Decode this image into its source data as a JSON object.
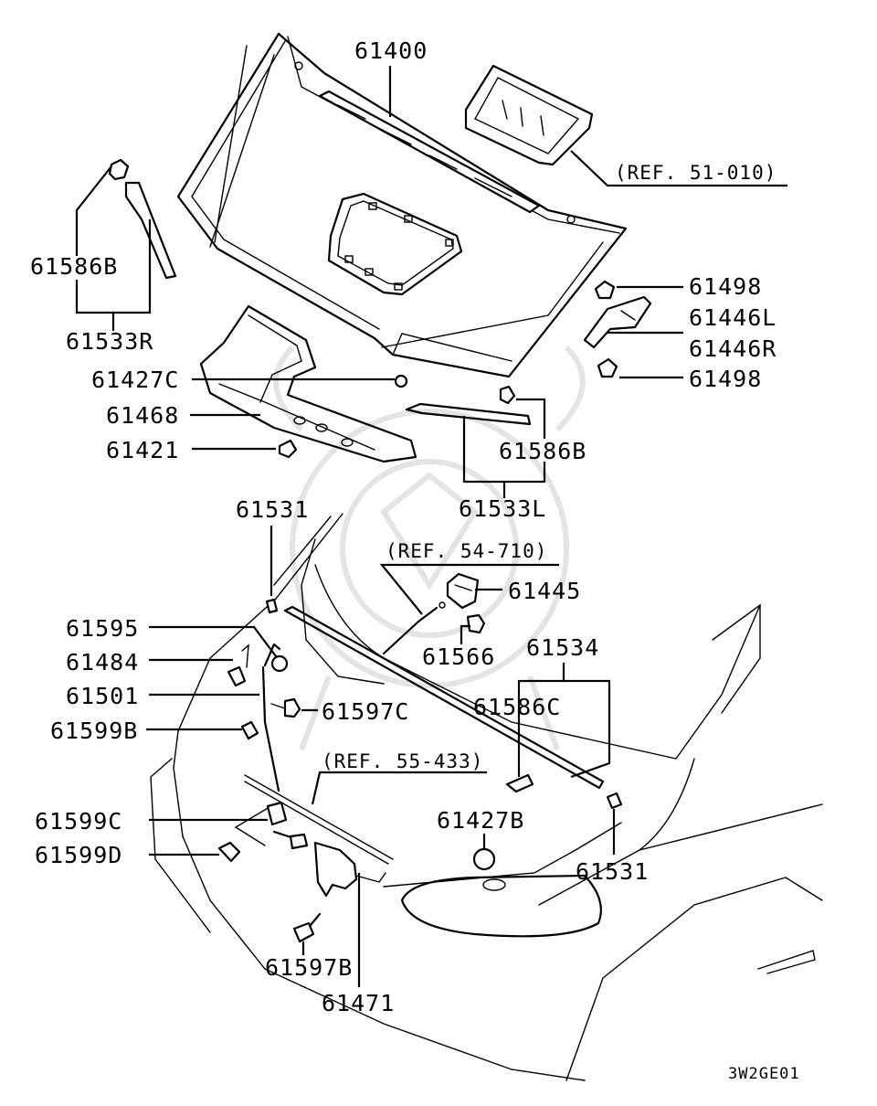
{
  "diagram": {
    "parts": {
      "p61400": "61400",
      "p61586B_l": "61586B",
      "p61533R": "61533R",
      "p61427C": "61427C",
      "p61468": "61468",
      "p61421": "61421",
      "p61498_top": "61498",
      "p61446L": "61446L",
      "p61446R": "61446R",
      "p61498_bot": "61498",
      "p61586B_r": "61586B",
      "p61533L": "61533L",
      "p61531_top": "61531",
      "p61445": "61445",
      "p61566": "61566",
      "p61534": "61534",
      "p61586C": "61586C",
      "p61595": "61595",
      "p61484": "61484",
      "p61501": "61501",
      "p61597C": "61597C",
      "p61599B": "61599B",
      "p61599C": "61599C",
      "p61599D": "61599D",
      "p61427B": "61427B",
      "p61531_bot": "61531",
      "p61597B": "61597B",
      "p61471": "61471"
    },
    "refs": {
      "r51": "(REF. 51-010)",
      "r54": "(REF. 54-710)",
      "r55": "(REF. 55-433)"
    },
    "figure_code": "3W2GE01",
    "watermark": "mitsubishi-crest-watermark"
  }
}
